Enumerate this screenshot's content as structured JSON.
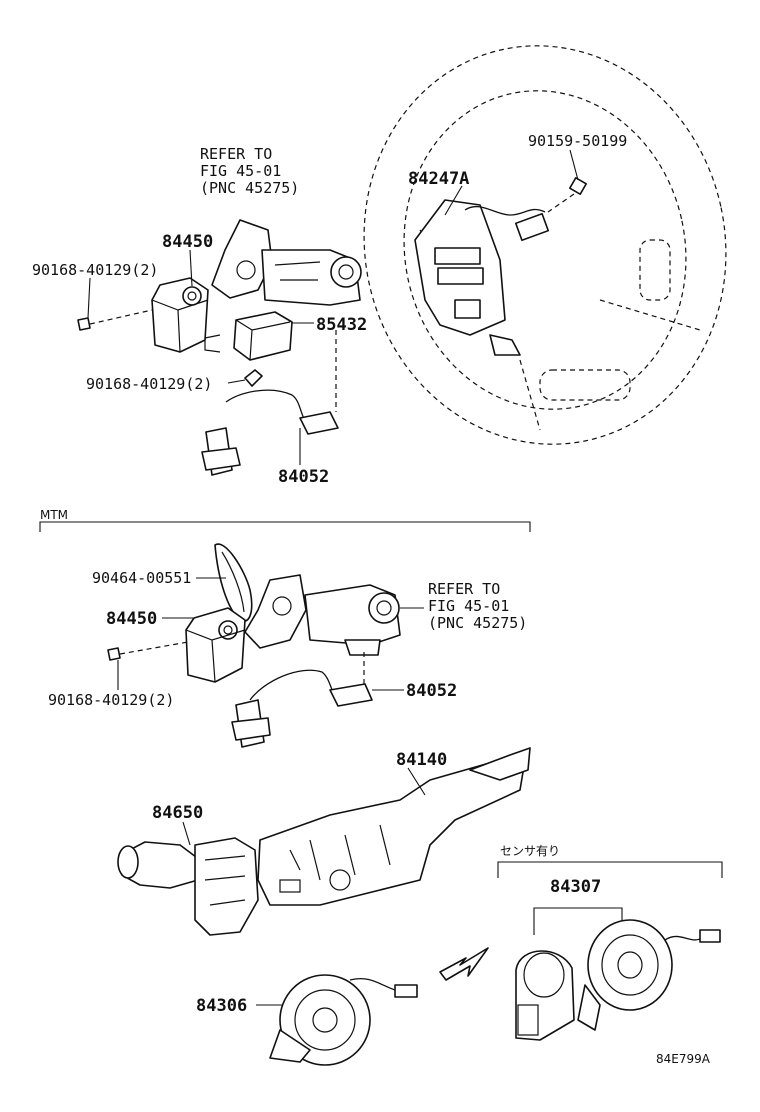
{
  "labels": {
    "p84247A": "84247A",
    "p90159": "90159-50199",
    "refer_top_1": "REFER TO",
    "refer_top_2": "FIG 45-01",
    "refer_top_3": "(PNC 45275)",
    "p84450_top": "84450",
    "p90168_top_a": "90168-40129(2)",
    "p85432": "85432",
    "p90168_top_b": "90168-40129(2)",
    "p84052_top": "84052",
    "mtm": "MTM",
    "p90464": "90464-00551",
    "p84450_mid": "84450",
    "refer_mid_1": "REFER TO",
    "refer_mid_2": "FIG 45-01",
    "refer_mid_3": "(PNC 45275)",
    "p90168_mid": "90168-40129(2)",
    "p84052_mid": "84052",
    "p84140": "84140",
    "p84650": "84650",
    "sensor": "センサ有り",
    "p84307": "84307",
    "p84306": "84306",
    "fig_code": "84E799A"
  }
}
